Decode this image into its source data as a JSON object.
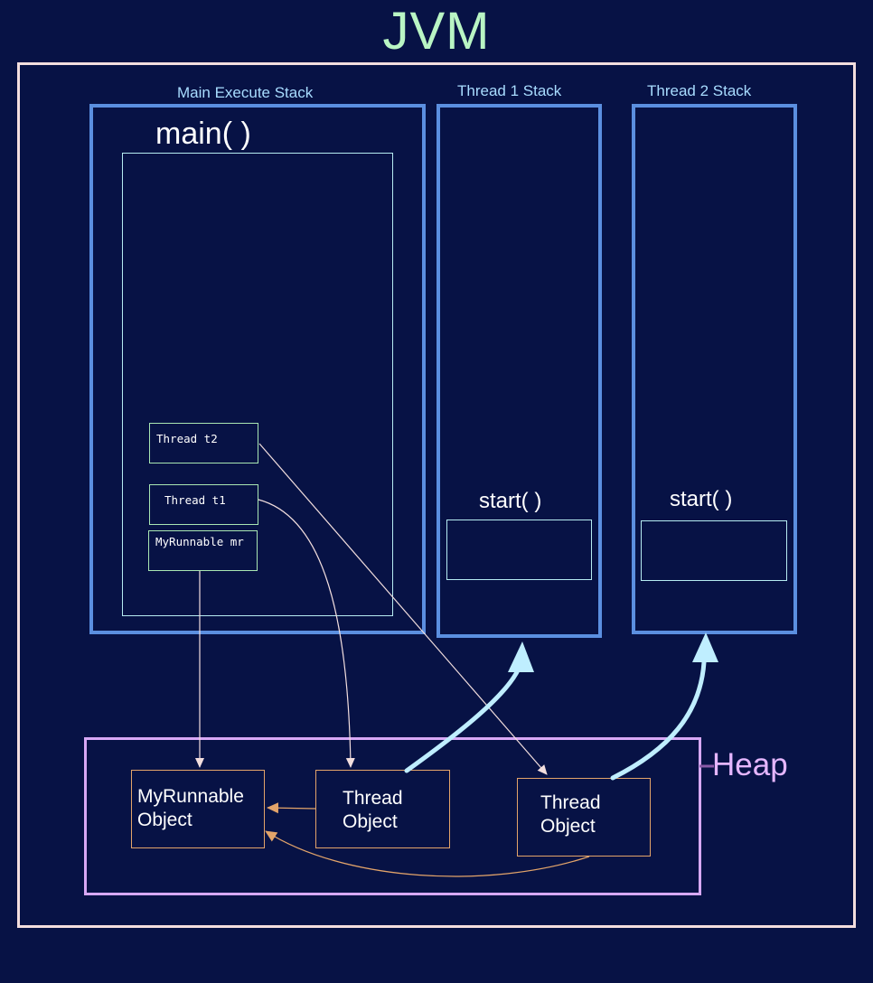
{
  "title": "JVM",
  "stacks": {
    "main": {
      "label": "Main Execute Stack",
      "frame": "main( )"
    },
    "thread1": {
      "label": "Thread 1 Stack",
      "frame": "start( )"
    },
    "thread2": {
      "label": "Thread 2 Stack",
      "frame": "start( )"
    }
  },
  "variables": {
    "t2": "Thread t2",
    "t1": "Thread t1",
    "mr": "MyRunnable mr"
  },
  "heap": {
    "label": "Heap",
    "objects": {
      "myrunnable": {
        "line1": "MyRunnable",
        "line2": "Object"
      },
      "thread1": {
        "line1": "Thread",
        "line2": "Object"
      },
      "thread2": {
        "line1": "Thread",
        "line2": "Object"
      }
    }
  },
  "colors": {
    "background": "#071245",
    "stack_border": "#5b8fe0",
    "heap_border": "#d7a8f5",
    "object_border": "#e3a46a",
    "reference_arrow": "#f2dede",
    "start_arrow": "#bfeeff"
  }
}
